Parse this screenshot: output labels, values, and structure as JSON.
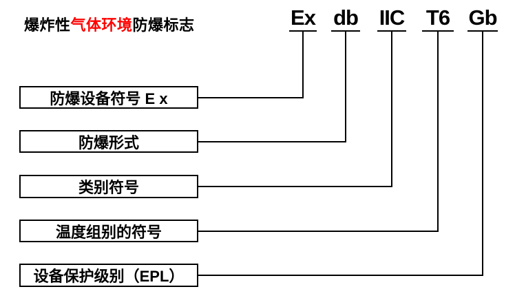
{
  "title": {
    "prefix": "爆炸性",
    "highlight": "气体环境",
    "suffix": "防爆标志",
    "highlight_color": "#FF0000"
  },
  "marking": {
    "segments": [
      {
        "label": "Ex"
      },
      {
        "label": "db"
      },
      {
        "label": "IIC"
      },
      {
        "label": "T6"
      },
      {
        "label": "Gb"
      }
    ]
  },
  "labels": [
    {
      "text": "防爆设备符号 E x",
      "connects_to": "Ex"
    },
    {
      "text": "防爆形式",
      "connects_to": "db"
    },
    {
      "text": "类别符号",
      "connects_to": "IIC"
    },
    {
      "text": "温度组别的符号",
      "connects_to": "T6"
    },
    {
      "text": "设备保护级别（EPL）",
      "connects_to": "Gb"
    }
  ],
  "colors": {
    "line": "#000000",
    "text": "#000000",
    "background": "#FFFFFF"
  }
}
